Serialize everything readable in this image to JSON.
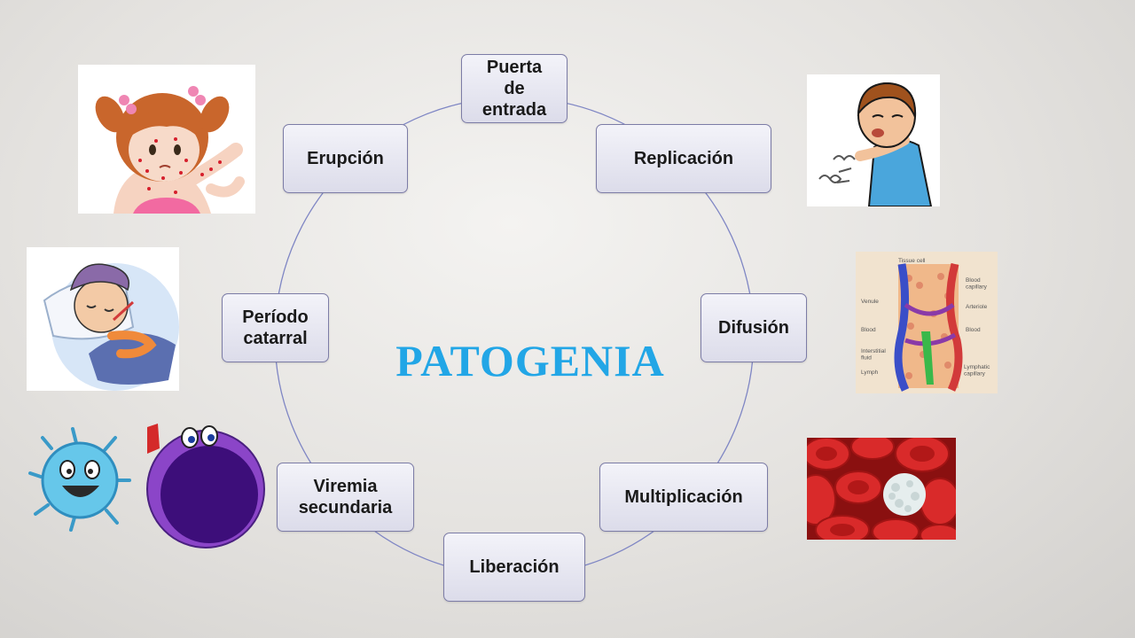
{
  "title": "PATOGENIA",
  "cycle": [
    {
      "id": "puerta-de-entrada",
      "label": "Puerta\nde\nentrada"
    },
    {
      "id": "replicacion",
      "label": "Replicación"
    },
    {
      "id": "difusion",
      "label": "Difusión"
    },
    {
      "id": "multiplicacion",
      "label": "Multiplicación"
    },
    {
      "id": "liberacion",
      "label": "Liberación"
    },
    {
      "id": "viremia-secundaria",
      "label": "Viremia\nsecundaria"
    },
    {
      "id": "periodo-catarral",
      "label": "Período\ncatarral"
    },
    {
      "id": "erupcion",
      "label": "Erupción"
    }
  ],
  "vessel_diagram_labels": {
    "tissue_cell": "Tissue cell",
    "blood_capillary": "Blood\ncapillary",
    "venule": "Venule",
    "arteriole": "Arteriole",
    "blood_left": "Blood",
    "blood_right": "Blood",
    "interstitial_fluid": "Interstitial\nfluid",
    "lymph": "Lymph",
    "lymphatic_capillary": "Lymphatic\ncapillary"
  },
  "colors": {
    "title": "#22a6e6",
    "node_border": "#7c7ca6",
    "ring": "#7f86c4"
  }
}
